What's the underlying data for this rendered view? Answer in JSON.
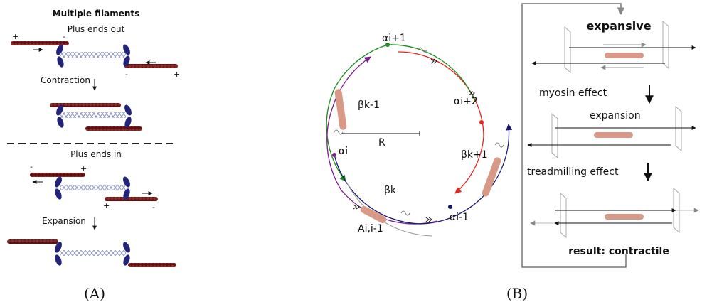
{
  "panel_a": {
    "title": "Multiple filaments",
    "section_out": "Plus ends out",
    "step_contraction": "Contraction",
    "section_in": "Plus ends in",
    "step_expansion": "Expansion",
    "plus": "+",
    "minus": "-",
    "caption": "(A)"
  },
  "ring": {
    "labels": {
      "a_i_plus_1": "αi+1",
      "a_i_plus_2": "αi+2",
      "b_k_minus_1": "βk-1",
      "b_k_plus_1": "βk+1",
      "radius": "R",
      "a_i": "αi",
      "b_k": "βk",
      "a_i_minus_1": "αi-1",
      "arc": "Ai,i-1"
    },
    "colors": {
      "green": "#1a8c1a",
      "red": "#e8201c",
      "purple": "#7a1e8c",
      "navy": "#15156e"
    }
  },
  "panel_b": {
    "top_label": "expansive",
    "myosin": "myosin effect",
    "expansion": "expansion",
    "treadmill": "treadmilling effect",
    "result": "result: contractile",
    "caption": "(B)"
  },
  "colors": {
    "actin": "#7a1a1a",
    "myosin_head": "#22237a",
    "myosin_tail": "#9aa3c9",
    "myosin_ring": "#d89a86"
  }
}
